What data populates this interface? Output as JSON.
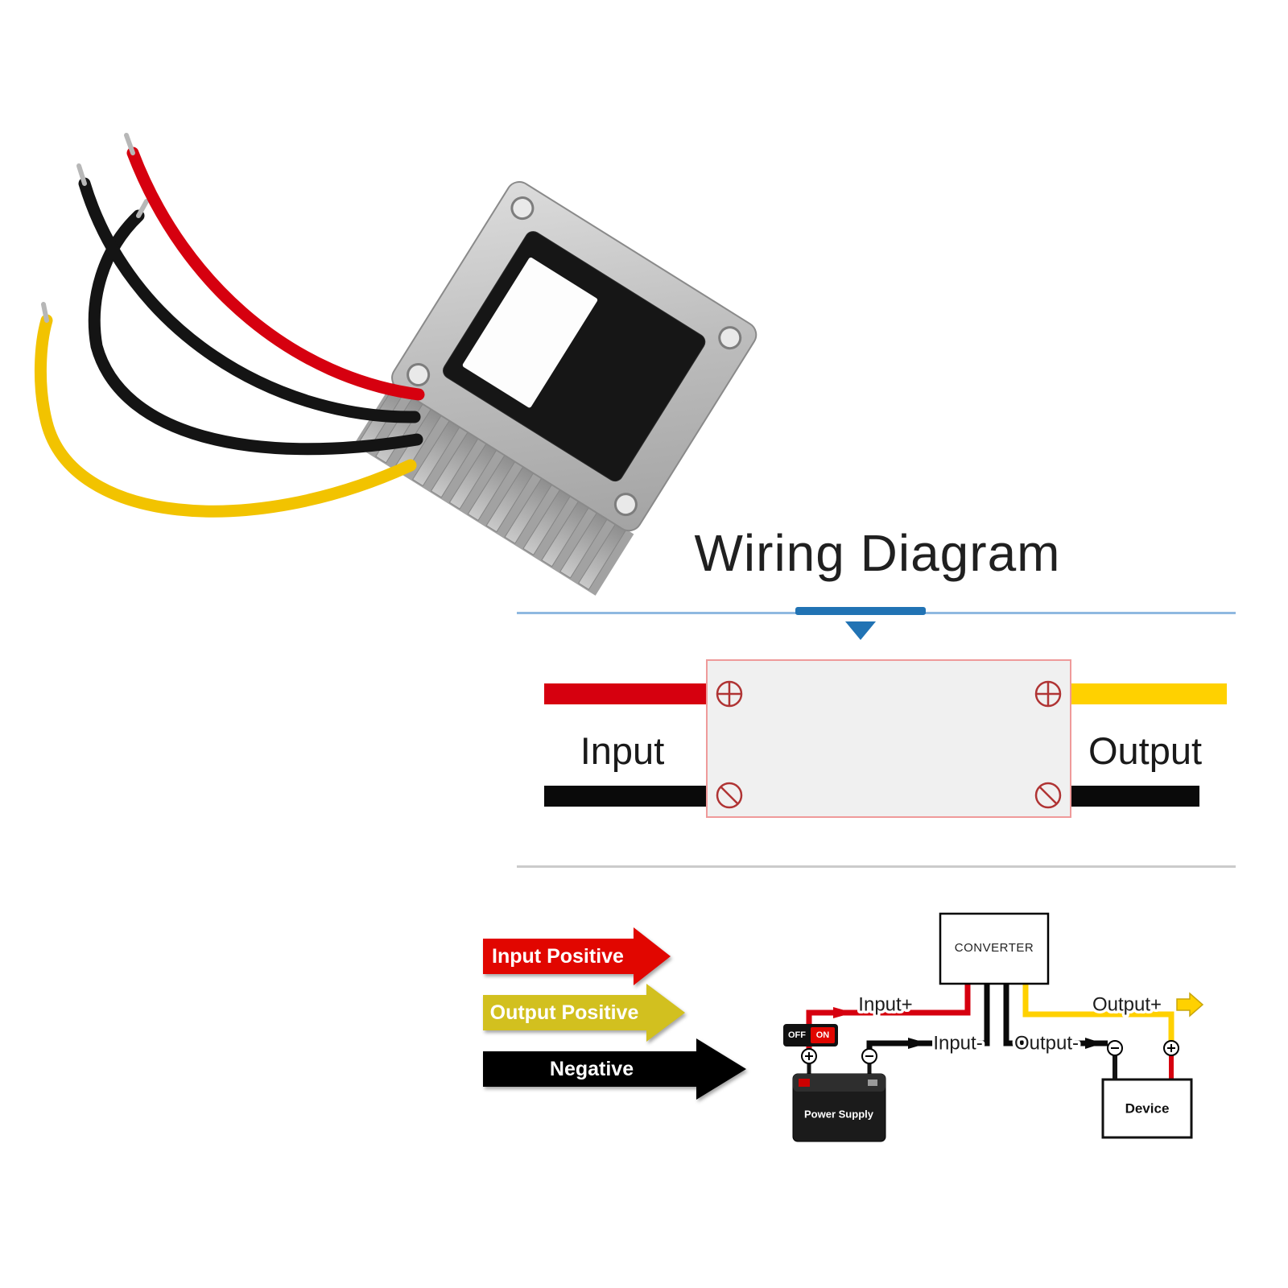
{
  "title": "Wiring Diagram",
  "schematic": {
    "input_label": "Input",
    "output_label": "Output"
  },
  "legend": {
    "items": [
      {
        "label": "Input Positive",
        "color": "#e10600"
      },
      {
        "label": "Output Positive",
        "color": "#d2c01f"
      },
      {
        "label": "Negative",
        "color": "#000000"
      }
    ]
  },
  "circuit": {
    "converter_label": "CONVERTER",
    "labels": {
      "input_plus": "Input+",
      "input_minus": "Input-",
      "output_plus": "Output+",
      "output_minus": "Output-"
    },
    "switch": {
      "off": "OFF",
      "on": "ON"
    },
    "power_supply_label": "Power Supply",
    "device_label": "Device"
  },
  "colors": {
    "wire_red": "#d6000f",
    "wire_yellow": "#ffd100",
    "wire_black": "#0a0a0a",
    "accent_blue": "#2173b4",
    "terminal_red": "#b03434",
    "divider_gray": "#cbcbcb"
  }
}
